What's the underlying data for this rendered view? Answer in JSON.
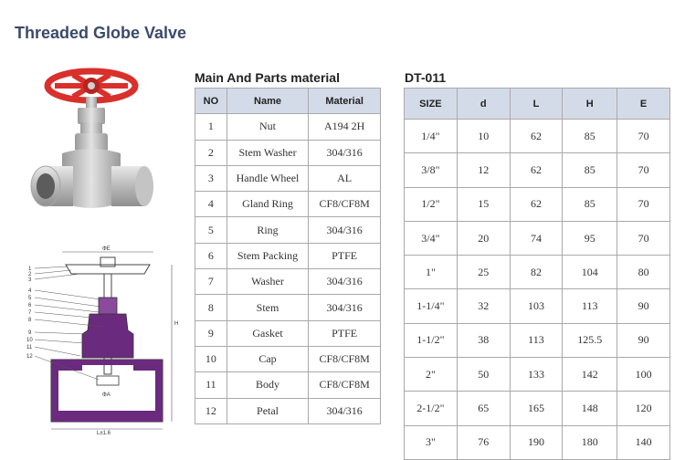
{
  "title": "Threaded Globe Valve",
  "parts": {
    "title": "Main And Parts material",
    "headers": [
      "NO",
      "Name",
      "Material"
    ],
    "rows": [
      [
        "1",
        "Nut",
        "A194 2H"
      ],
      [
        "2",
        "Stem Washer",
        "304/316"
      ],
      [
        "3",
        "Handle Wheel",
        "AL"
      ],
      [
        "4",
        "Gland Ring",
        "CF8/CF8M"
      ],
      [
        "5",
        "Ring",
        "304/316"
      ],
      [
        "6",
        "Stem Packing",
        "PTFE"
      ],
      [
        "7",
        "Washer",
        "304/316"
      ],
      [
        "8",
        "Stem",
        "304/316"
      ],
      [
        "9",
        "Gasket",
        "PTFE"
      ],
      [
        "10",
        "Cap",
        "CF8/CF8M"
      ],
      [
        "11",
        "Body",
        "CF8/CF8M"
      ],
      [
        "12",
        "Petal",
        "304/316"
      ]
    ]
  },
  "dimensions": {
    "title": "DT-011",
    "headers": [
      "SIZE",
      "d",
      "L",
      "H",
      "E"
    ],
    "rows": [
      [
        "1/4\"",
        "10",
        "62",
        "85",
        "70"
      ],
      [
        "3/8\"",
        "12",
        "62",
        "85",
        "70"
      ],
      [
        "1/2\"",
        "15",
        "62",
        "85",
        "70"
      ],
      [
        "3/4\"",
        "20",
        "74",
        "95",
        "70"
      ],
      [
        "1\"",
        "25",
        "82",
        "104",
        "80"
      ],
      [
        "1-1/4\"",
        "32",
        "103",
        "113",
        "90"
      ],
      [
        "1-1/2\"",
        "38",
        "113",
        "125.5",
        "90"
      ],
      [
        "2\"",
        "50",
        "133",
        "142",
        "100"
      ],
      [
        "2-1/2\"",
        "65",
        "165",
        "148",
        "120"
      ],
      [
        "3\"",
        "76",
        "190",
        "180",
        "140"
      ]
    ]
  },
  "drawing": {
    "callouts": [
      "1",
      "2",
      "3",
      "4",
      "5",
      "6",
      "7",
      "8",
      "9",
      "10",
      "11",
      "12"
    ],
    "dim_top": "ΦE",
    "dim_height": "H",
    "dim_bore": "ΦA",
    "dim_length": "L±1.6"
  },
  "colors": {
    "title": "#3b4a6b",
    "header_bg": "#d4dbe8",
    "handwheel": "#d9302c",
    "section_fill": "#6a2a7d"
  }
}
